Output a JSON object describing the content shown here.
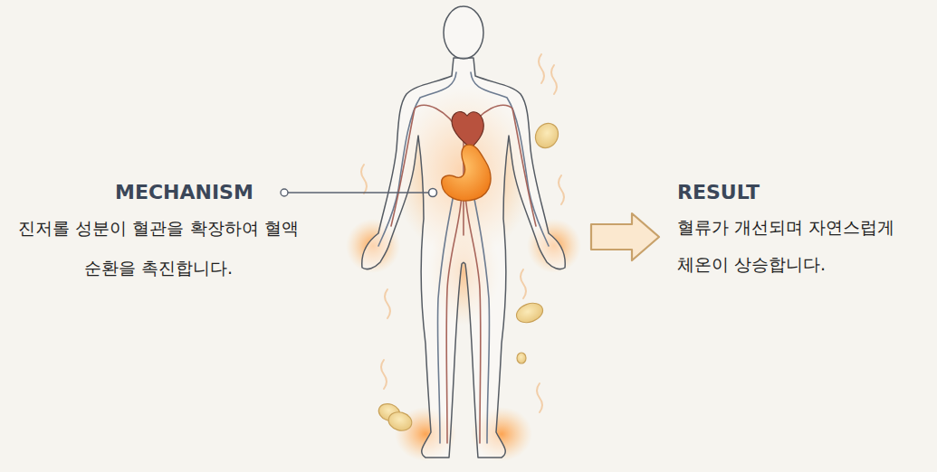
{
  "diagram": {
    "labels": [
      "MECHANISM",
      "진저롤 성분이 혈관을 확장하여 혈액 순환을 촉진합니다.",
      "RESULT",
      "혈류가 개선되며 자연스럽게 체온이 상승합니다."
    ]
  }
}
